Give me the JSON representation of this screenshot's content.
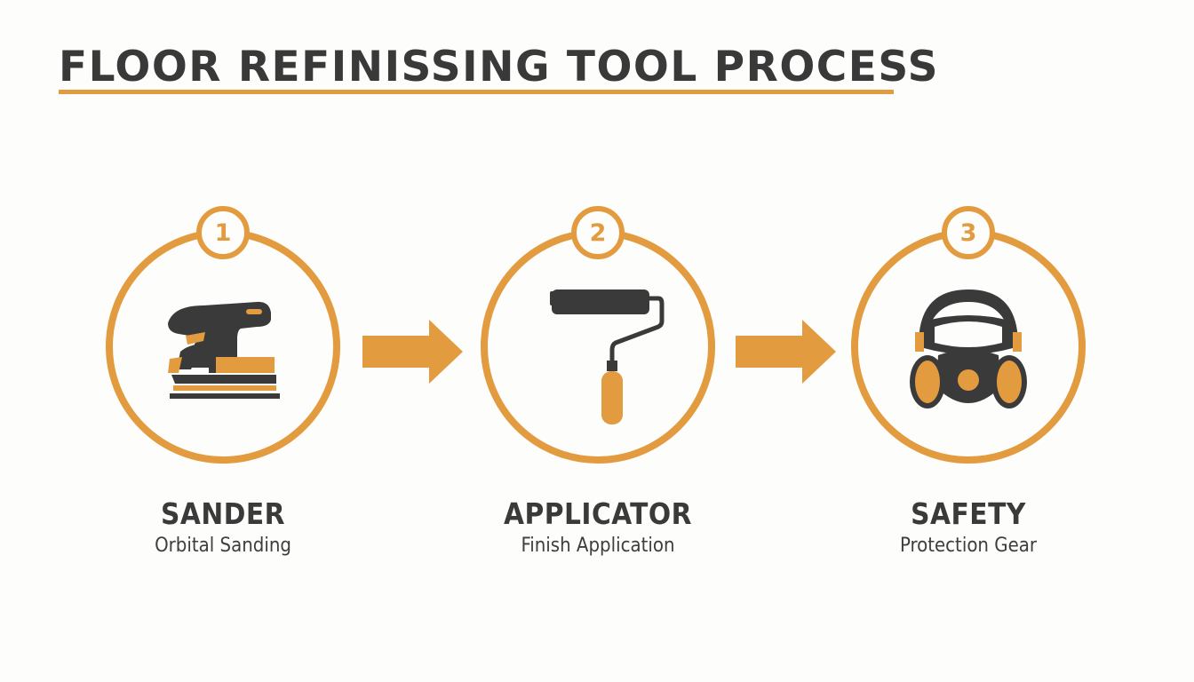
{
  "title": "FLOOR REFINISSING TOOL PROCESS",
  "colors": {
    "accent": "#e39b3f",
    "dark": "#3a3a3a",
    "background": "#fdfdfc"
  },
  "steps": [
    {
      "number": "1",
      "title": "SANDER",
      "subtitle": "Orbital Sanding",
      "icon": "orbital-sander-icon"
    },
    {
      "number": "2",
      "title": "APPLICATOR",
      "subtitle": "Finish Application",
      "icon": "paint-roller-icon"
    },
    {
      "number": "3",
      "title": "SAFETY",
      "subtitle": "Protection Gear",
      "icon": "respirator-mask-icon"
    }
  ],
  "connectors": [
    "arrow-right-icon",
    "arrow-right-icon"
  ]
}
